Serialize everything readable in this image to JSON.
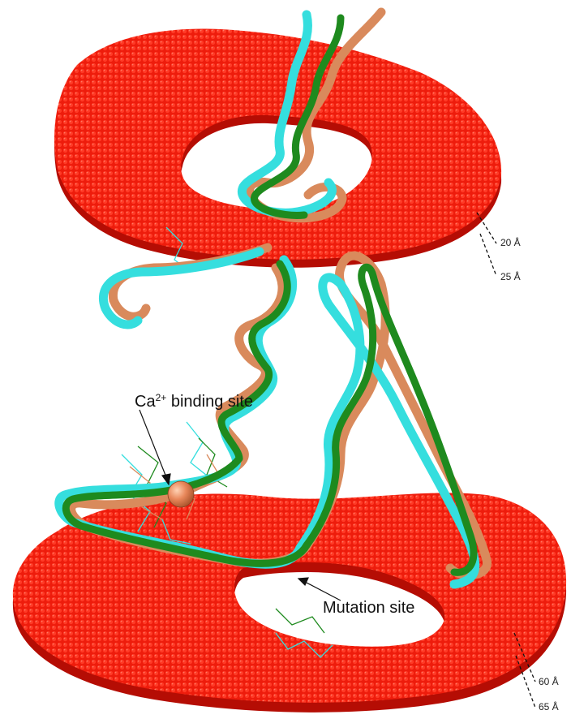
{
  "labels": {
    "calcium_site_prefix": "Ca",
    "calcium_site_charge": "2+",
    "calcium_site_suffix": " binding site",
    "mutation_site": "Mutation site"
  },
  "distances": {
    "top_upper": "20 Å",
    "top_lower": "25 Å",
    "bottom_upper": "60 Å",
    "bottom_lower": "65 Å"
  },
  "colors": {
    "membrane": "#ee1c0c",
    "membrane_shadow": "#b50d04",
    "ribbon_cyan": "#35dede",
    "ribbon_green": "#1e8a1e",
    "ribbon_salmon": "#d98a5c",
    "calcium_ion": "#e8875a",
    "background": "#ffffff"
  }
}
